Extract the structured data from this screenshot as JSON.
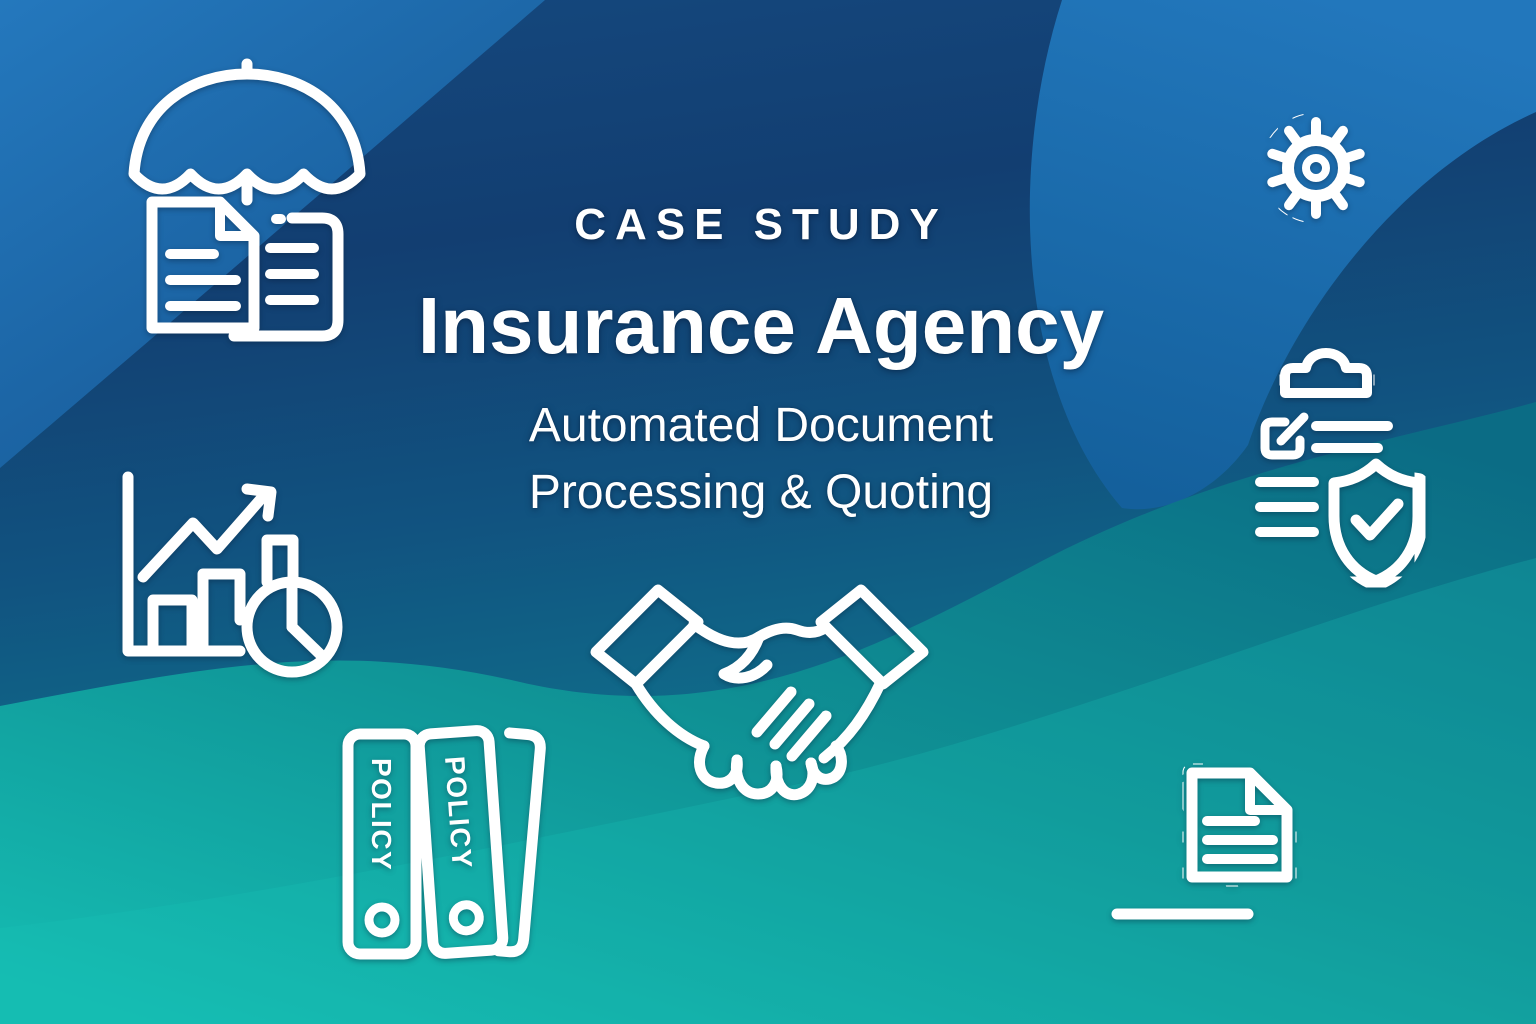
{
  "hero": {
    "kicker": "CASE STUDY",
    "title": "Insurance Agency",
    "subtitle_line1": "Automated Document",
    "subtitle_line2": "Processing & Quoting"
  },
  "binders": {
    "binder1_label": "POLICY",
    "binder2_label": "POLICY"
  },
  "icons": [
    {
      "name": "umbrella-documents-icon",
      "meaning": "insurance coverage of documents"
    },
    {
      "name": "calculator-gear-icon",
      "meaning": "automated quoting calculation"
    },
    {
      "name": "clipboard-shield-check-icon",
      "meaning": "verified policy checklist"
    },
    {
      "name": "growth-chart-pie-icon",
      "meaning": "business growth analytics"
    },
    {
      "name": "handshake-icon",
      "meaning": "client agreement"
    },
    {
      "name": "policy-binders-icon",
      "meaning": "policy document binders"
    },
    {
      "name": "monitor-gear-document-icon",
      "meaning": "automated document processing on computer"
    }
  ],
  "colors": {
    "text": "#ffffff",
    "icon_stroke": "#ffffff",
    "bg_light_blue": "#2277bc",
    "bg_navy": "#123e71",
    "bg_teal_dark": "#0b6c85",
    "bg_teal_bright": "#15bbb1"
  }
}
